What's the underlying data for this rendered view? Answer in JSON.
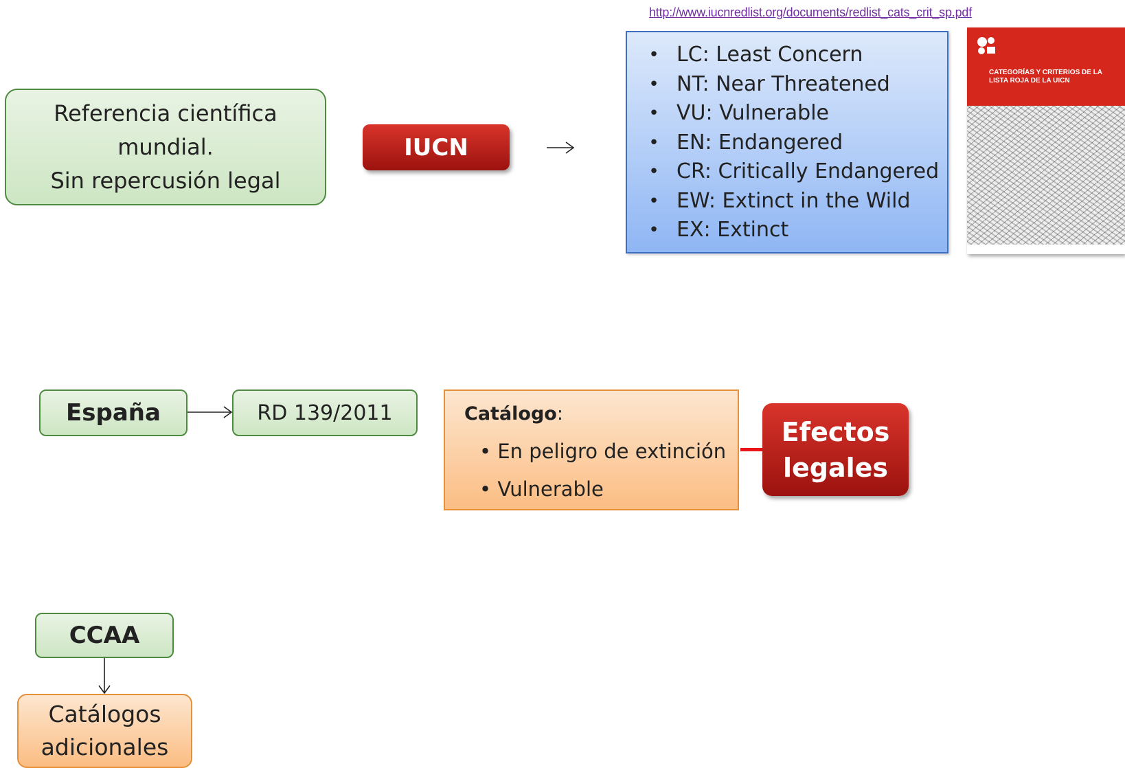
{
  "link": "http://www.iucnredlist.org/documents/redlist_cats_crit_sp.pdf",
  "reference_box": {
    "lines": [
      "Referencia científica",
      "mundial.",
      "Sin repercusión legal"
    ]
  },
  "iucn_label": "IUCN",
  "categories": [
    "LC: Least Concern",
    "NT: Near Threatened",
    "VU: Vulnerable",
    "EN: Endangered",
    "CR: Critically Endangered",
    "EW: Extinct in the Wild",
    "EX: Extinct"
  ],
  "bullet": "•",
  "cover": {
    "title_line1": "CATEGORÍAS Y CRITERIOS DE LA",
    "title_line2": "LISTA ROJA DE LA UICN",
    "colors": {
      "background": "#d6271d"
    }
  },
  "espana_label": "España",
  "rd_label": "RD 139/2011",
  "catalogo": {
    "heading": "Catálogo",
    "heading_suffix": ":",
    "items": [
      "• En peligro de extinción",
      "• Vulnerable"
    ]
  },
  "efectos": {
    "line1": "Efectos",
    "line2": "legales"
  },
  "ccaa_label": "CCAA",
  "catalogos_adicionales": {
    "line1": "Catálogos",
    "line2": "adicionales"
  },
  "colors": {
    "green_border": "#4e8b41",
    "orange_border": "#e6903a",
    "blue_border": "#3c6fc2",
    "red_button": "#b51c16",
    "connector_red": "#e8161a",
    "link": "#7030a0"
  }
}
